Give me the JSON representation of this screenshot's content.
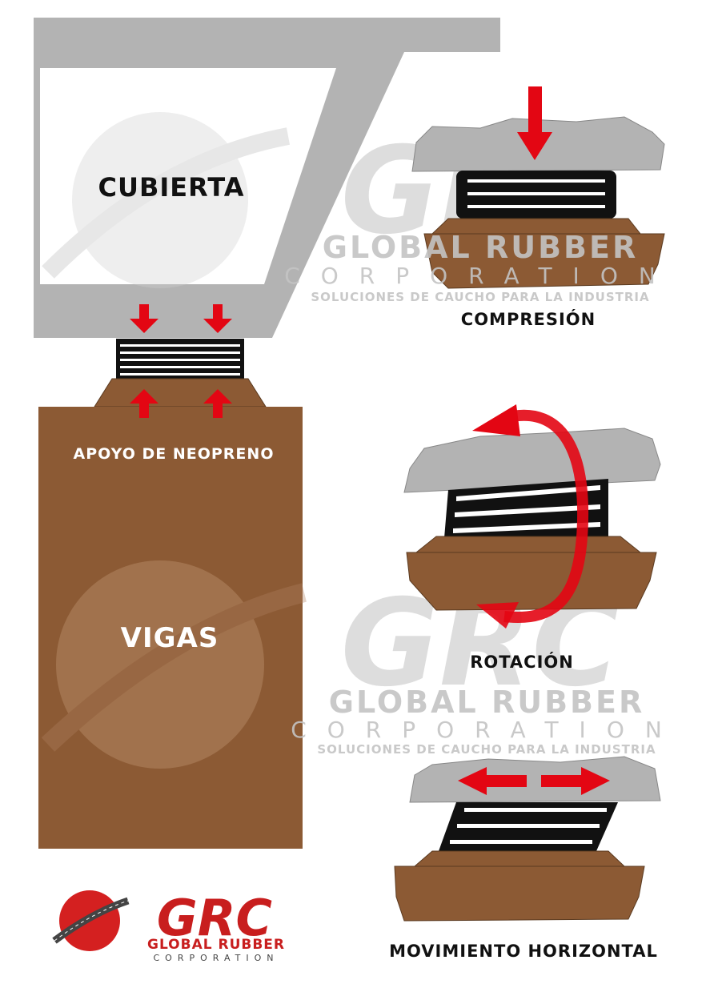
{
  "labels": {
    "deck": "CUBIERTA",
    "bearing": "APOYO DE NEOPRENO",
    "beams": "VIGAS",
    "compression": "COMPRESIÓN",
    "rotation": "ROTACIÓN",
    "horizontal": "MOVIMIENTO HORIZONTAL"
  },
  "watermark": {
    "mark": "GRC",
    "name": "GLOBAL RUBBER",
    "sub": "CORPORATION",
    "tagline": "SOLUCIONES DE CAUCHO PARA LA INDUSTRIA"
  },
  "logo": {
    "mark": "GRC",
    "name": "GLOBAL RUBBER",
    "sub": "CORPORATION"
  },
  "colors": {
    "concrete": "#b3b3b3",
    "ground": "#8c5a34",
    "arrow": "#e30613",
    "bearing": "#111111"
  }
}
